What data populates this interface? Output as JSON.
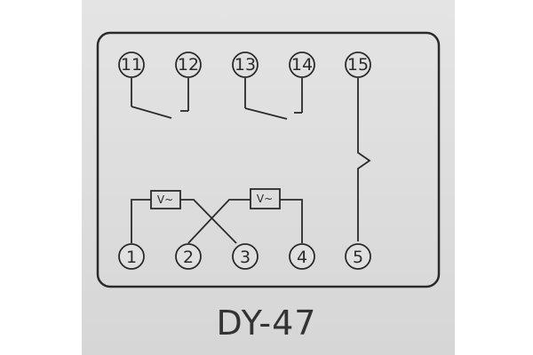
{
  "terminals_top": [
    "11",
    "12",
    "13",
    "14",
    "15"
  ],
  "terminals_bottom": [
    "1",
    "2",
    "3",
    "4",
    "5"
  ],
  "coil_labels": [
    "V~",
    "V~"
  ],
  "model": "DY-47",
  "colors": {
    "ink": "#2a2a2a",
    "panel": "#e0e0e0",
    "paper": "#ffffff"
  }
}
